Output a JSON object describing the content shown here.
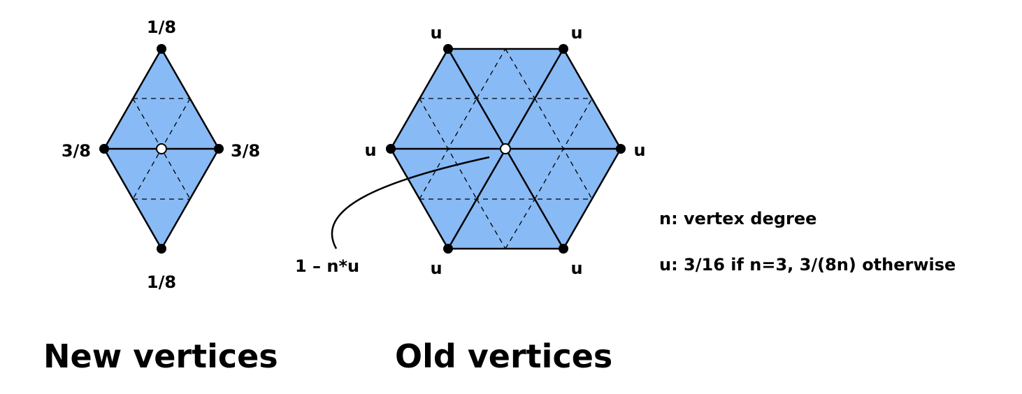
{
  "colors": {
    "face_fill": "#88baf5",
    "edge": "#000000",
    "center_vertex_fill": "#ffffff"
  },
  "new_vertices": {
    "caption": "New vertices",
    "weights": {
      "top": "1/8",
      "bottom": "1/8",
      "left": "3/8",
      "right": "3/8"
    }
  },
  "old_vertices": {
    "caption": "Old vertices",
    "neighbor_weight": "u",
    "center_weight": "1 – n*u"
  },
  "notes": {
    "n_definition": "n: vertex degree",
    "u_definition": "u: 3/16 if n=3, 3/(8n) otherwise"
  }
}
